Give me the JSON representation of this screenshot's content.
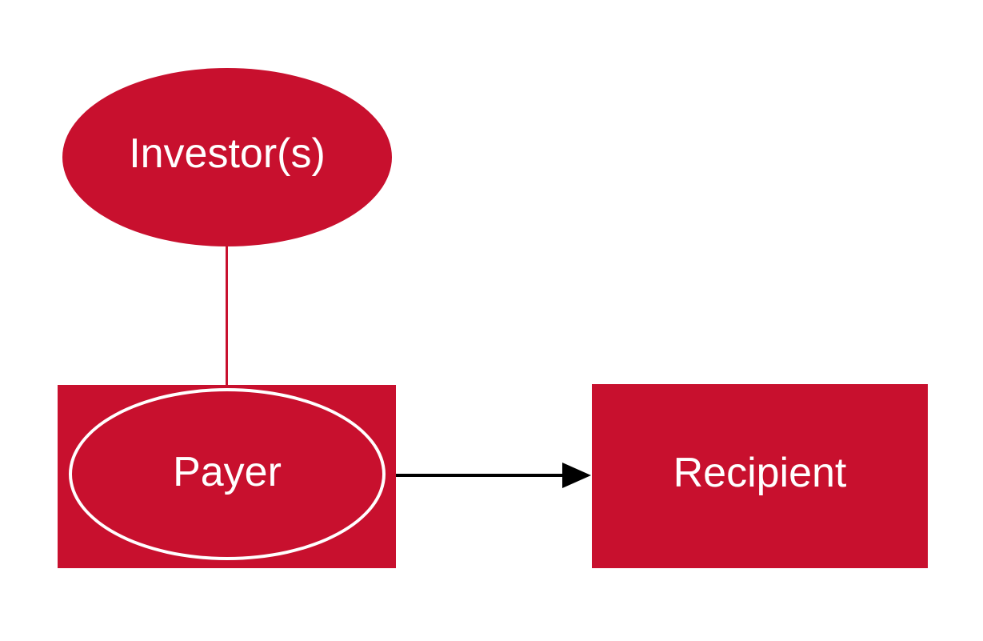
{
  "colors": {
    "background": "#ffffff",
    "node_fill_red": "#c8102e",
    "ellipse_outline_white": "#ffffff",
    "arrow_black": "#000000"
  },
  "nodes": {
    "investor": {
      "label": "Investor(s)",
      "shape": "ellipse"
    },
    "payer": {
      "label": "Payer",
      "shape": "rectangle-with-ellipse-outline"
    },
    "recipient": {
      "label": "Recipient",
      "shape": "rectangle"
    }
  },
  "connections": [
    {
      "from": "investor",
      "to": "payer",
      "style": "plain-line",
      "direction": "vertical"
    },
    {
      "from": "payer",
      "to": "recipient",
      "style": "arrow",
      "direction": "horizontal"
    }
  ]
}
